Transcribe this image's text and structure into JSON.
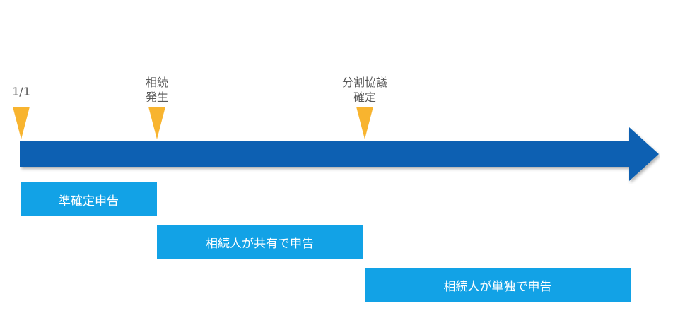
{
  "markers": [
    {
      "lines": [
        "1/1"
      ]
    },
    {
      "lines": [
        "相続",
        "発生"
      ]
    },
    {
      "lines": [
        "分割協議",
        "確定"
      ]
    }
  ],
  "periods": [
    {
      "label": "準確定申告"
    },
    {
      "label": "相続人が共有で申告"
    },
    {
      "label": "相続人が単独で申告"
    }
  ],
  "colors": {
    "timeline_arrow": "#0760b2",
    "marker": "#f8b42f",
    "period_box": "#12a2e6",
    "period_text": "#ffffff",
    "label_text": "#595959"
  }
}
